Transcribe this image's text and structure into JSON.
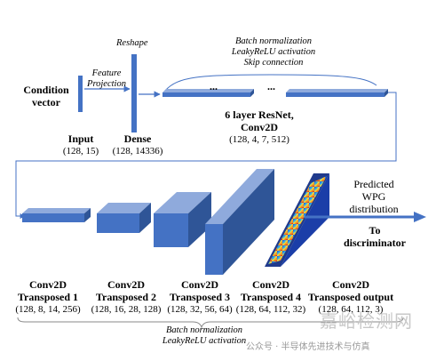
{
  "condition_vector": {
    "line1": "Condition",
    "line2": "vector"
  },
  "feature_projection": {
    "line1": "Feature",
    "line2": "Projection"
  },
  "reshape": "Reshape",
  "resnet_ops": {
    "line1": "Batch normalization",
    "line2": "LeakyReLU activation",
    "line3": "Skip connection"
  },
  "ellipsis": "...",
  "input": {
    "title": "Input",
    "shape": "(128, 15)"
  },
  "dense": {
    "title": "Dense",
    "shape": "(128, 14336)"
  },
  "resnet": {
    "line1": "6 layer ResNet,",
    "line2": "Conv2D",
    "shape": "(128, 4, 7, 512)"
  },
  "predicted": {
    "line1": "Predicted",
    "line2": "WPG",
    "line3": "distribution"
  },
  "to_discriminator": {
    "line1": "To",
    "line2": "discriminator"
  },
  "layers": [
    {
      "line1": "Conv2D",
      "line2": "Transposed 1",
      "shape": "(128, 8, 14, 256)"
    },
    {
      "line1": "Conv2D",
      "line2": "Transposed 2",
      "shape": "(128, 16, 28, 128)"
    },
    {
      "line1": "Conv2D",
      "line2": "Transposed 3",
      "shape": "(128, 32, 56, 64)"
    },
    {
      "line1": "Conv2D",
      "line2": "Transposed 4",
      "shape": "(128, 64, 112, 32)"
    },
    {
      "line1": "Conv2D",
      "line2": "Transposed output",
      "shape": "(128, 64, 112, 3)"
    }
  ],
  "bottom_ops": {
    "line1": "Batch normalization",
    "line2": "LeakyReLU activation"
  },
  "watermark": {
    "big": "嘉峪检测网",
    "small": "公众号 · 半导体先进技术与仿真"
  },
  "colors": {
    "block_front": "#4472C4",
    "block_top": "#8FAADC",
    "block_side": "#2F5597",
    "flow_arrow": "#4472C4"
  }
}
